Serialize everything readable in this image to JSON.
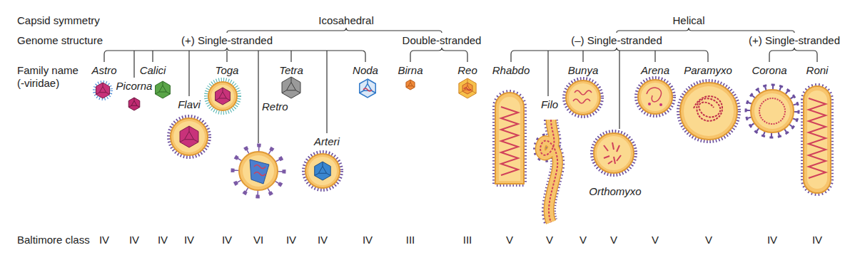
{
  "diagram": {
    "labels": [
      "Capsid symmetry",
      "Icosahedral",
      "Helical",
      "Genome structure",
      "(+) Single-stranded",
      "Double-stranded",
      "(–) Single-stranded",
      "(+) Single-stranded",
      "Family name",
      "Astro",
      "Calici",
      "Toga",
      "Tetra",
      "Noda",
      "Birna",
      "Reo",
      "Rhabdo",
      "Bunya",
      "Arena",
      "Paramyxo",
      "Corona",
      "Roni",
      "(-viridae)",
      "Picorna",
      "Flavi",
      "Retro",
      "Filo",
      "Arteri",
      "Orthomyxo",
      "Baltimore class",
      "IV",
      "IV",
      "IV",
      "IV",
      "IV",
      "VI",
      "IV",
      "IV",
      "IV",
      "III",
      "III",
      "V",
      "V",
      "V",
      "V",
      "V",
      "V",
      "IV",
      "IV"
    ]
  }
}
